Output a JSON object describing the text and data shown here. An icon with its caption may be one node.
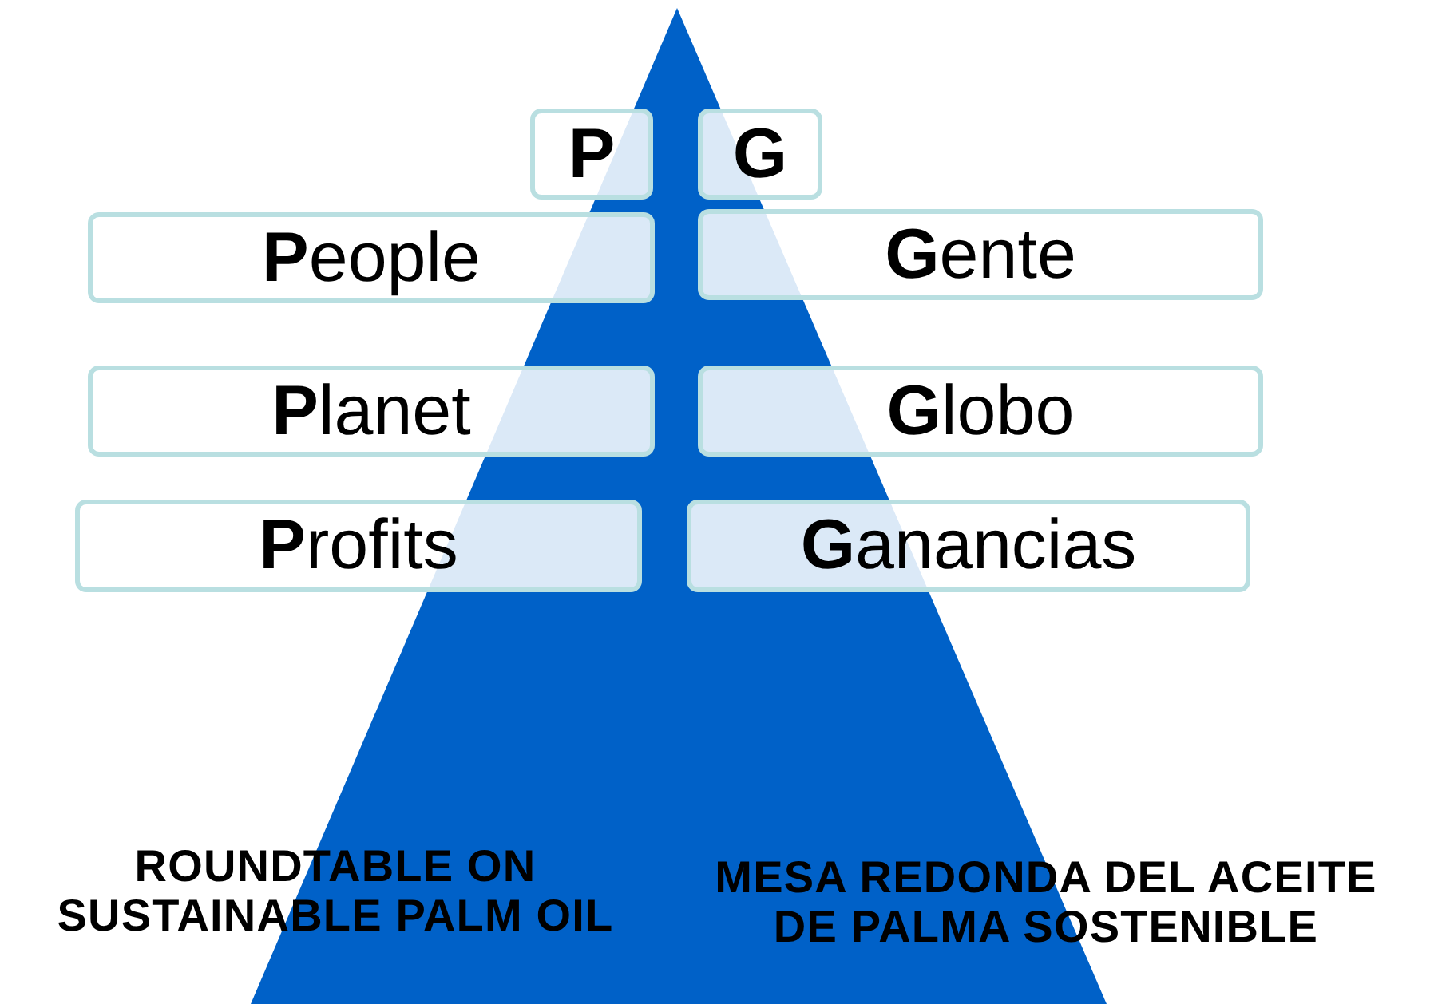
{
  "diagram": {
    "nodes": [
      {
        "text": [
          "P"
        ]
      },
      {
        "text": [
          "G"
        ]
      },
      {
        "text": [
          "**P**eople"
        ]
      },
      {
        "text": [
          "**G**ente"
        ]
      },
      {
        "text": [
          "**P**lanet"
        ]
      },
      {
        "text": [
          "**G**lobo"
        ]
      },
      {
        "text": [
          "**P**rofits"
        ]
      },
      {
        "text": [
          "**G**anancias"
        ]
      }
    ],
    "labels": [
      "ROUNDTABLE ON SUSTAINABLE PALM OIL",
      "MESA REDONDA DEL ACEITE DE PALMA SOSTENIBLE"
    ]
  }
}
